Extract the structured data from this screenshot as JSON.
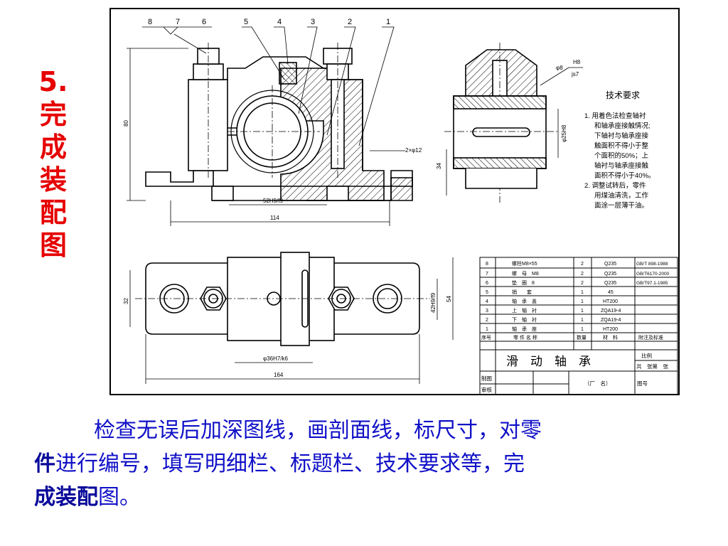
{
  "side_title": {
    "number": "5.",
    "chars": [
      "完",
      "成",
      "装",
      "配",
      "图"
    ]
  },
  "drawing": {
    "balloons": [
      "8",
      "7",
      "6",
      "5",
      "4",
      "3",
      "2",
      "1"
    ],
    "front_dims": {
      "height": "80",
      "fit": "52H9/f9",
      "bolt": "2×φ12",
      "length": "114"
    },
    "side_dims": {
      "hole": "φ8",
      "fit_top": "H8",
      "fit_bot": "js7",
      "bore": "φ25H8",
      "height": "34"
    },
    "top_dims": {
      "width": "32",
      "fit": "42H9/f9",
      "overall": "54",
      "shaft": "φ36H7/k6",
      "length": "164"
    },
    "tech_req": {
      "title": "技术要求",
      "lines": [
        "1. 用着色法检查轴衬",
        "和轴承座接触情况;",
        "下轴衬与轴承座接",
        "触面积不得小于整",
        "个面积的50%；上",
        "轴衬与轴承座接触",
        "面积不得小于40%。",
        "2. 调整试转后，零件",
        "用煤油清洗，工作",
        "面涂一层薄干油。"
      ]
    },
    "parts_list": [
      {
        "no": "8",
        "name": "螺柱M8×55",
        "qty": "2",
        "material": "Q235",
        "std": "GB/T 898-1988"
      },
      {
        "no": "7",
        "name": "螺　母　M8",
        "qty": "2",
        "material": "Q235",
        "std": "GB/T6170-2000"
      },
      {
        "no": "6",
        "name": "垫　圈　8",
        "qty": "2",
        "material": "Q235",
        "std": "GB/T97.1-1985"
      },
      {
        "no": "5",
        "name": "销　　套",
        "qty": "1",
        "material": "45",
        "std": ""
      },
      {
        "no": "4",
        "name": "轴　承　盖",
        "qty": "1",
        "material": "HT200",
        "std": ""
      },
      {
        "no": "3",
        "name": "上　轴　衬",
        "qty": "1",
        "material": "ZQA19-4",
        "std": ""
      },
      {
        "no": "2",
        "name": "下　轴　衬",
        "qty": "1",
        "material": "ZQA19-4",
        "std": ""
      },
      {
        "no": "1",
        "name": "轴　承　座",
        "qty": "1",
        "material": "HT200",
        "std": ""
      }
    ],
    "parts_header": {
      "no": "序号",
      "name": "零 件 名 称",
      "qty": "数量",
      "material": "材　料",
      "std": "附注及标准"
    },
    "title_block": {
      "name": "滑　动　轴　承",
      "scale": "比例",
      "sheets": "共　张第　张",
      "drawn": "制图",
      "checked": "审核",
      "factory": "（厂　名）",
      "drawing_no": "图号"
    }
  },
  "caption": {
    "line1": "检查无误后加深图线，画剖面线，标尺寸，对零",
    "line2_bold": "件",
    "line2": "进行编号，填写明细栏、标题栏、技术要求等，完",
    "line3_bold": "成装配",
    "line3": "图。"
  }
}
